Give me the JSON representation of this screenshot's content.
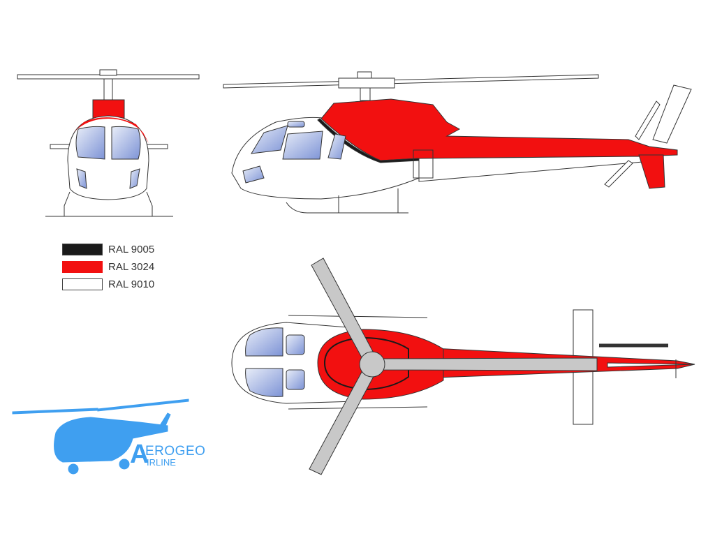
{
  "legend": [
    {
      "label": "RAL 9005",
      "color": "#1a1a1a"
    },
    {
      "label": "RAL 3024",
      "color": "#f21010"
    },
    {
      "label": "RAL 9010",
      "color": "#ffffff"
    }
  ],
  "logo": {
    "line1_initial": "A",
    "line1_rest": "EROGEO",
    "line2_rest": "IRLINE",
    "color": "#3f9ff0"
  },
  "colors": {
    "red": "#f21010",
    "black": "#1a1a1a",
    "window": "#8fa5dc",
    "rotor": "#c8c8c8"
  }
}
